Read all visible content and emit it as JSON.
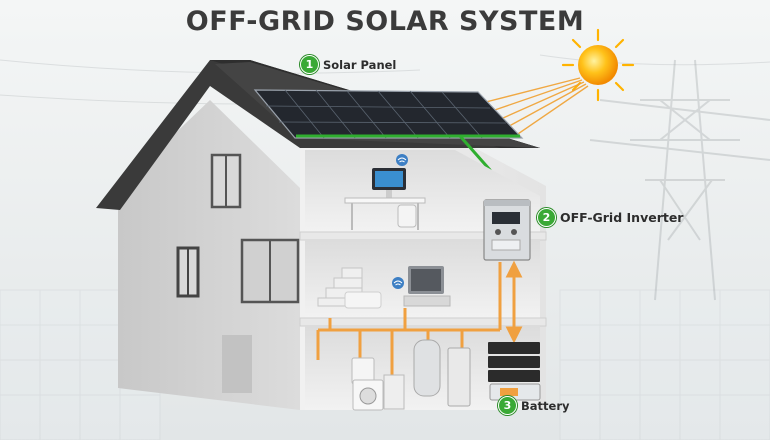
{
  "title": "OFF-GRID SOLAR SYSTEM",
  "callouts": [
    {
      "number": "1",
      "label": "Solar Panel"
    },
    {
      "number": "2",
      "label": "OFF-Grid Inverter"
    },
    {
      "number": "3",
      "label": "Battery"
    }
  ],
  "colors": {
    "badge": "#3aa935",
    "dc_flow": "#2fae2f",
    "ac_flow": "#f0a040",
    "roof": "#3a3a3a",
    "sun": "#ffb300"
  },
  "icons": [
    "sun-icon",
    "wifi-icon",
    "power-tower-icon"
  ]
}
